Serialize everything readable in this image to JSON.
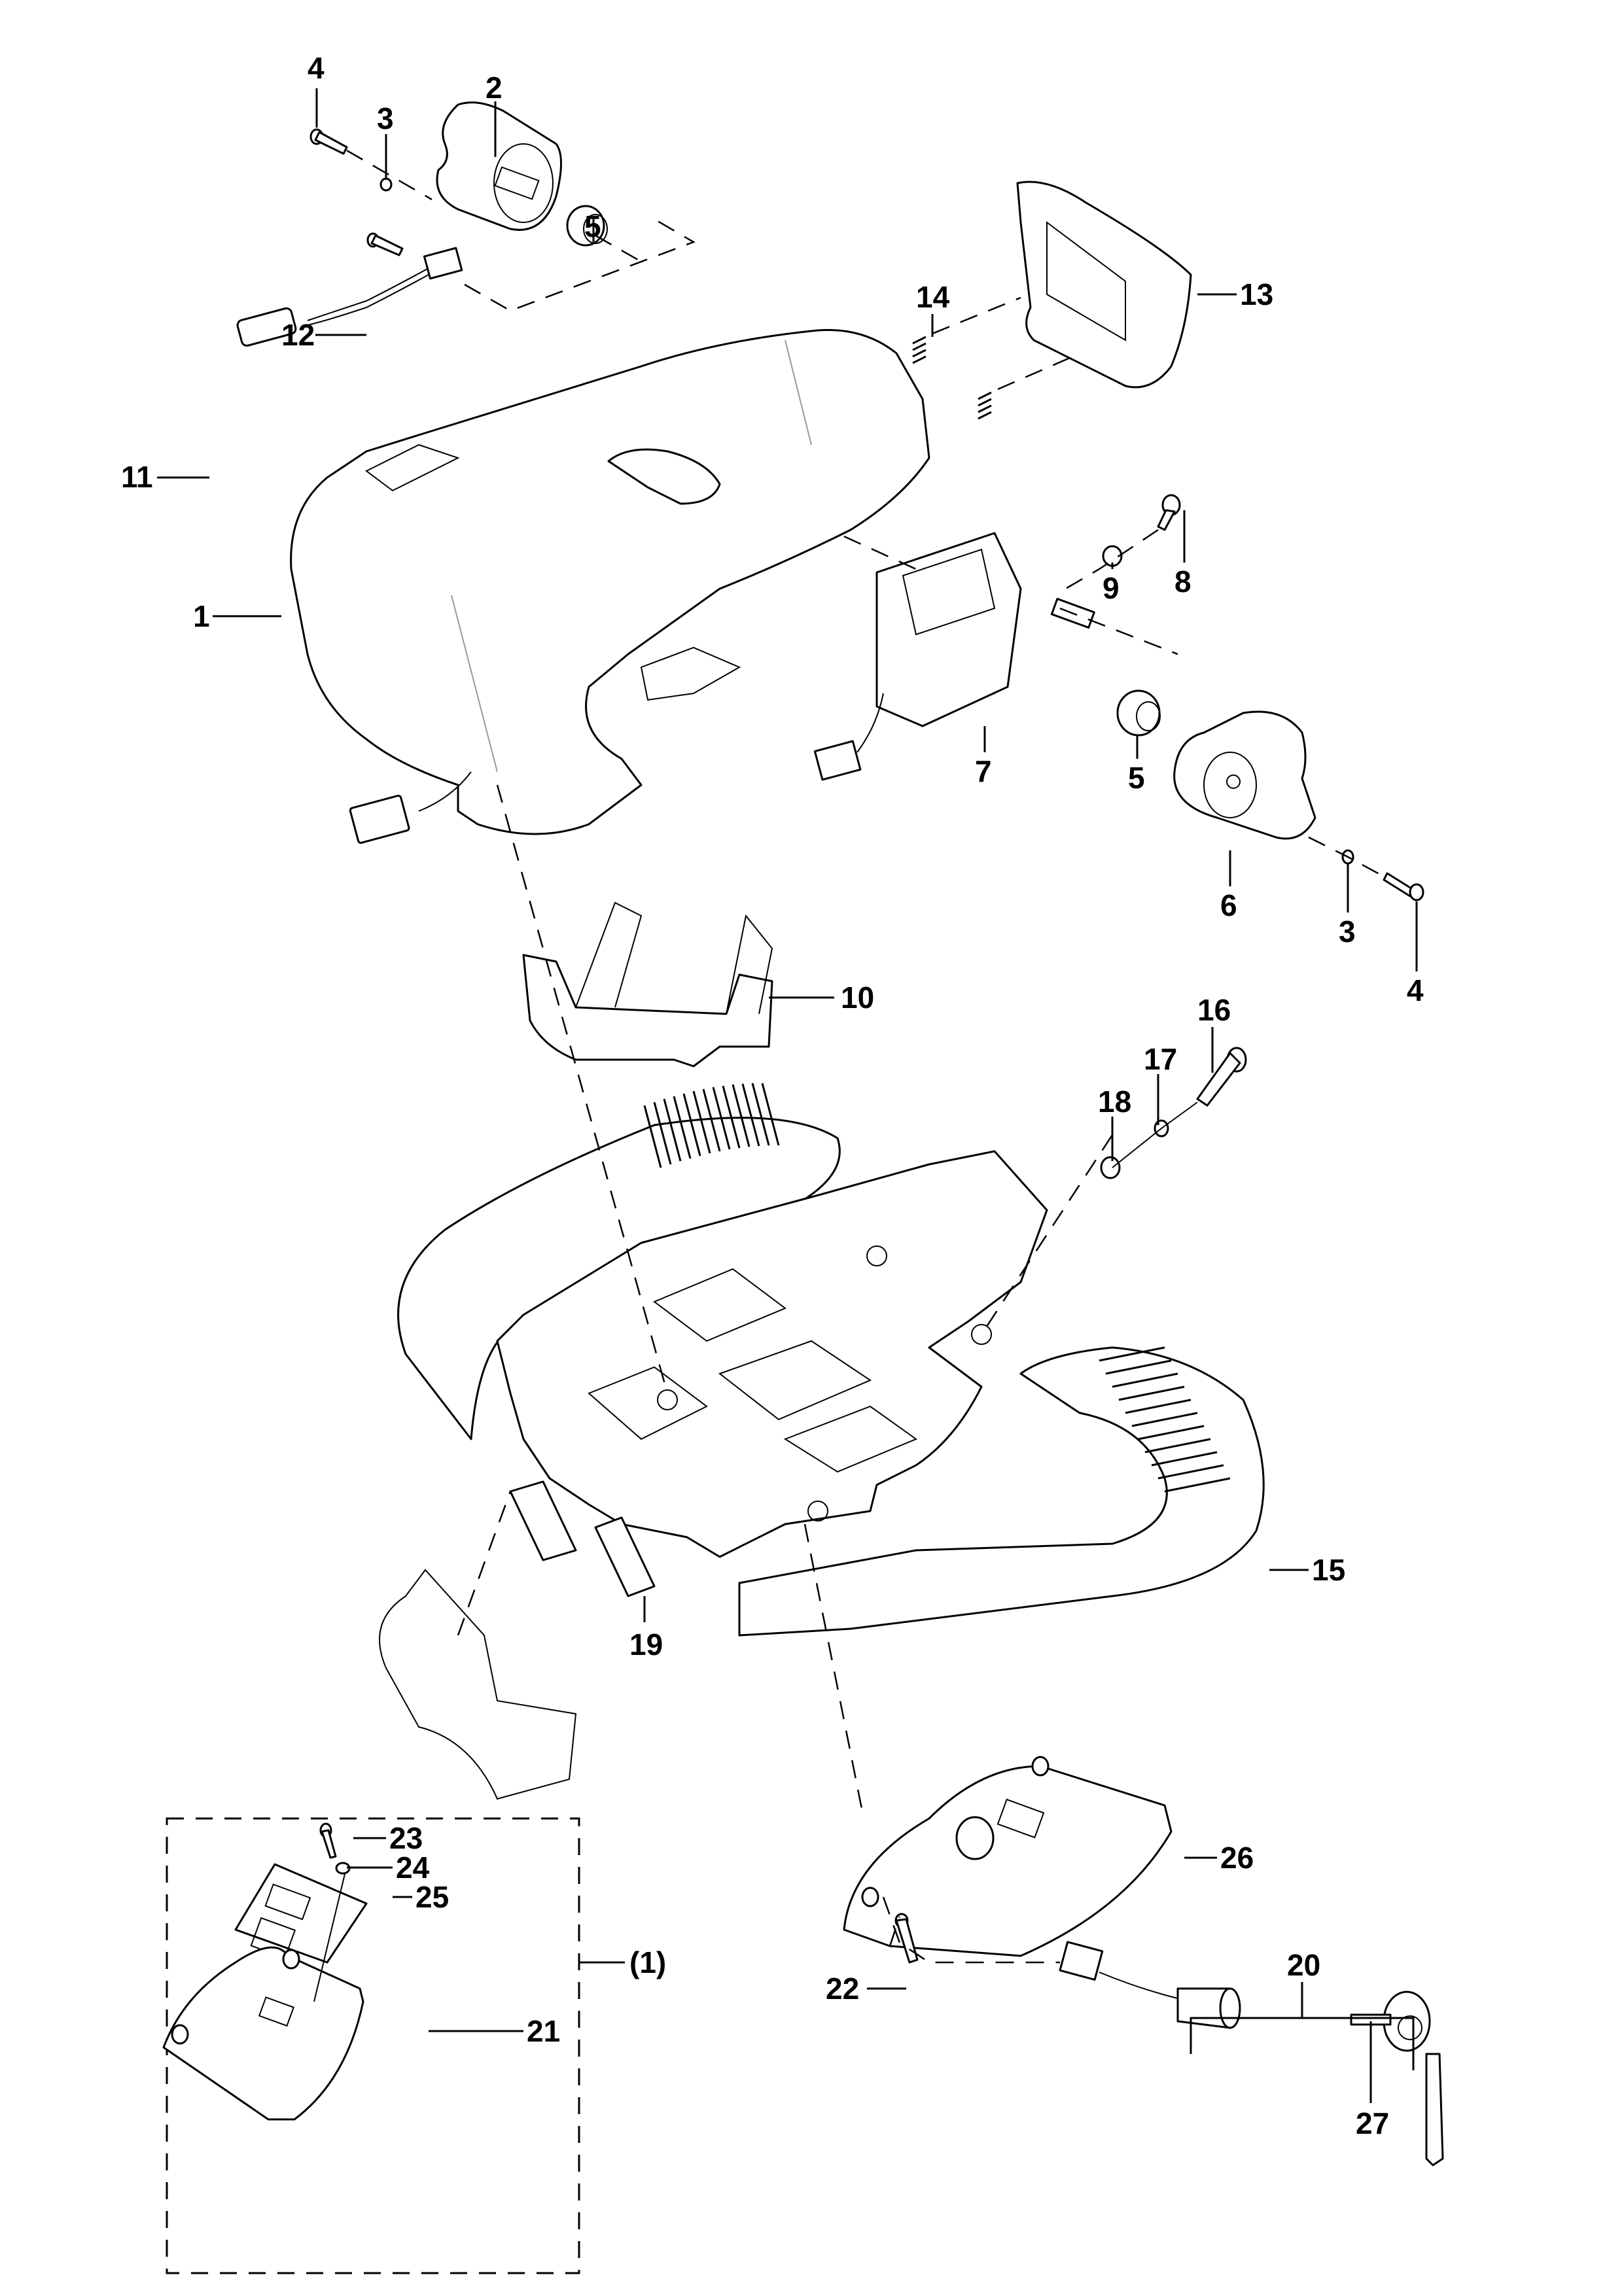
{
  "diagram": {
    "title": "Tiller head exploded parts view",
    "callouts": [
      {
        "id": "1",
        "label": "1"
      },
      {
        "id": "2",
        "label": "2"
      },
      {
        "id": "3a",
        "label": "3"
      },
      {
        "id": "3b",
        "label": "3"
      },
      {
        "id": "4a",
        "label": "4"
      },
      {
        "id": "4b",
        "label": "4"
      },
      {
        "id": "5a",
        "label": "5"
      },
      {
        "id": "5b",
        "label": "5"
      },
      {
        "id": "6",
        "label": "6"
      },
      {
        "id": "7",
        "label": "7"
      },
      {
        "id": "8",
        "label": "8"
      },
      {
        "id": "9",
        "label": "9"
      },
      {
        "id": "10",
        "label": "10"
      },
      {
        "id": "11",
        "label": "11"
      },
      {
        "id": "12",
        "label": "12"
      },
      {
        "id": "13",
        "label": "13"
      },
      {
        "id": "14",
        "label": "14"
      },
      {
        "id": "15",
        "label": "15"
      },
      {
        "id": "16",
        "label": "16"
      },
      {
        "id": "17",
        "label": "17"
      },
      {
        "id": "18",
        "label": "18"
      },
      {
        "id": "19",
        "label": "19"
      },
      {
        "id": "20",
        "label": "20"
      },
      {
        "id": "21",
        "label": "21"
      },
      {
        "id": "22",
        "label": "22"
      },
      {
        "id": "23",
        "label": "23"
      },
      {
        "id": "24",
        "label": "24"
      },
      {
        "id": "25",
        "label": "25"
      },
      {
        "id": "26",
        "label": "26"
      },
      {
        "id": "27",
        "label": "27"
      },
      {
        "id": "kit",
        "label": "(1)"
      }
    ],
    "parts": [
      {
        "name": "cover-top",
        "callout": "1"
      },
      {
        "name": "butterfly-left",
        "callout": "2"
      },
      {
        "name": "washer",
        "callout": "3"
      },
      {
        "name": "screw",
        "callout": "4"
      },
      {
        "name": "bushing",
        "callout": "5"
      },
      {
        "name": "butterfly-right",
        "callout": "6"
      },
      {
        "name": "potentiometer-assembly",
        "callout": "7"
      },
      {
        "name": "screw-small",
        "callout": "8"
      },
      {
        "name": "washer-small",
        "callout": "9"
      },
      {
        "name": "cable-tray",
        "callout": "10"
      },
      {
        "name": "switch-harness",
        "callout": "11"
      },
      {
        "name": "screw-switch",
        "callout": "12"
      },
      {
        "name": "belly-button",
        "callout": "13"
      },
      {
        "name": "spring",
        "callout": "14"
      },
      {
        "name": "tiller-handle",
        "callout": "15"
      },
      {
        "name": "bolt",
        "callout": "16"
      },
      {
        "name": "lock-washer",
        "callout": "17"
      },
      {
        "name": "flat-washer",
        "callout": "18"
      },
      {
        "name": "plate",
        "callout": "19"
      },
      {
        "name": "key-switch-set",
        "callout": "20"
      },
      {
        "name": "bottom-cover",
        "callout": "21"
      },
      {
        "name": "screw-bottom",
        "callout": "22"
      },
      {
        "name": "screw-board",
        "callout": "23"
      },
      {
        "name": "washer-board",
        "callout": "24"
      },
      {
        "name": "circuit-board",
        "callout": "25"
      },
      {
        "name": "bottom-cover-assembly",
        "callout": "26"
      },
      {
        "name": "key",
        "callout": "27"
      }
    ]
  }
}
